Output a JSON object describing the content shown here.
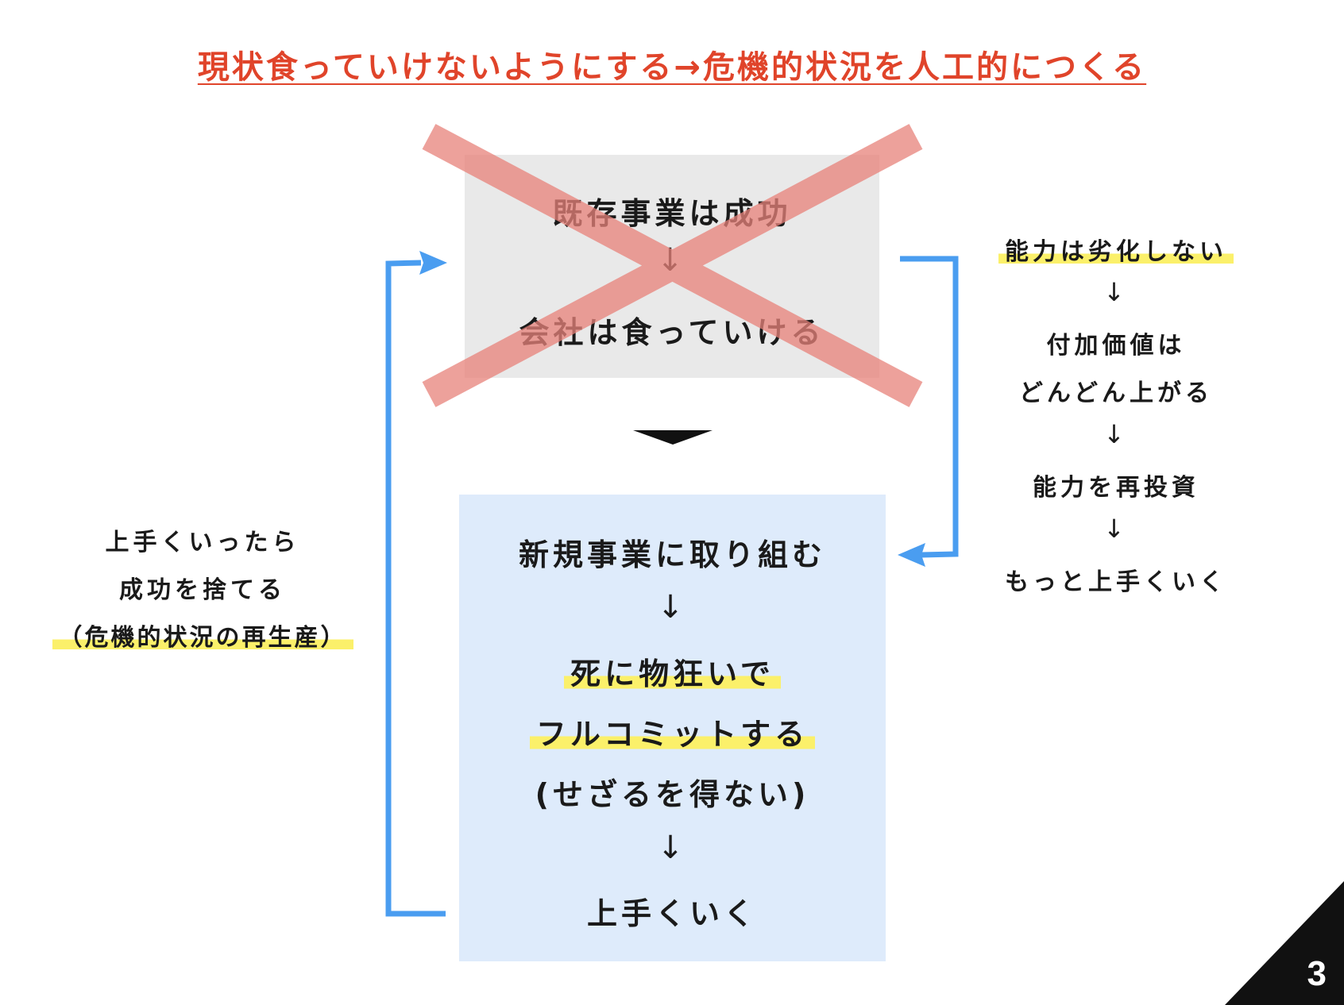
{
  "headline": "現状食っていけないようにする→危機的状況を人工的につくる",
  "old_box": {
    "line1": "既存事業は成功",
    "arrow": "↓",
    "line2": "会社は食っていける"
  },
  "new_box": {
    "line1": "新規事業に取り組む",
    "arrow1": "↓",
    "line2": "死に物狂いで",
    "line3": "フルコミットする",
    "line4": "(せざるを得ない)",
    "arrow2": "↓",
    "line5": "上手くいく"
  },
  "left_note": {
    "line1": "上手くいったら",
    "line2": "成功を捨てる",
    "line3": "（危機的状況の再生産）"
  },
  "right_note": {
    "line1": "能力は劣化しない",
    "arrow1": "↓",
    "line2": "付加価値は",
    "line3": "どんどん上がる",
    "arrow2": "↓",
    "line4": "能力を再投資",
    "arrow3": "↓",
    "line5": "もっと上手くいく"
  },
  "page_number": "3",
  "colors": {
    "headline": "#e0442a",
    "cross": "#e8827a",
    "loop_arrow": "#4a9df0",
    "highlight": "#fbf06a",
    "new_box_bg": "#deebfb",
    "old_box_bg": "#e9e9e9"
  }
}
